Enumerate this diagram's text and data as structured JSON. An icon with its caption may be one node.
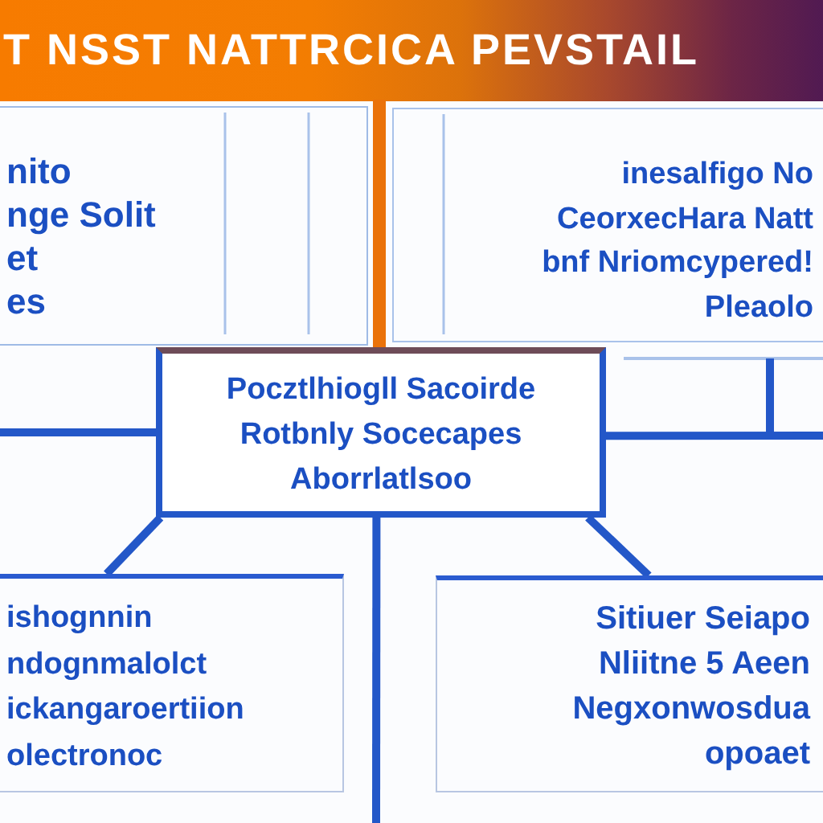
{
  "diagram": {
    "title": "T NSST NATTRCICA PEVSTAIL",
    "nodes": [
      {
        "text": [
          "nito nge Solit et es"
        ]
      },
      {
        "text": [
          "inesalfigo No CeorxecHara Natt bnf Nriomcypered! Pleaolo"
        ]
      },
      {
        "text": [
          "Pocztlhiogll Sacoirde Rotbnly Socecapes Aborrlatlsoo"
        ]
      },
      {
        "text": [
          "ishognnin ndognmalolct ickangaroertiion olectronoc"
        ]
      },
      {
        "text": [
          "Sitiuer Seiapo Nliitne 5 Aeen Negxonwosdua opoaet"
        ]
      }
    ],
    "edges": [
      {
        "from": null,
        "to": 2,
        "arrow": "none"
      },
      {
        "from": 2,
        "to": null,
        "arrow": "none"
      },
      {
        "from": 2,
        "to": 3,
        "arrow": "none"
      },
      {
        "from": 2,
        "to": 4,
        "arrow": "none"
      },
      {
        "from": 2,
        "to": null,
        "arrow": "none"
      }
    ]
  }
}
